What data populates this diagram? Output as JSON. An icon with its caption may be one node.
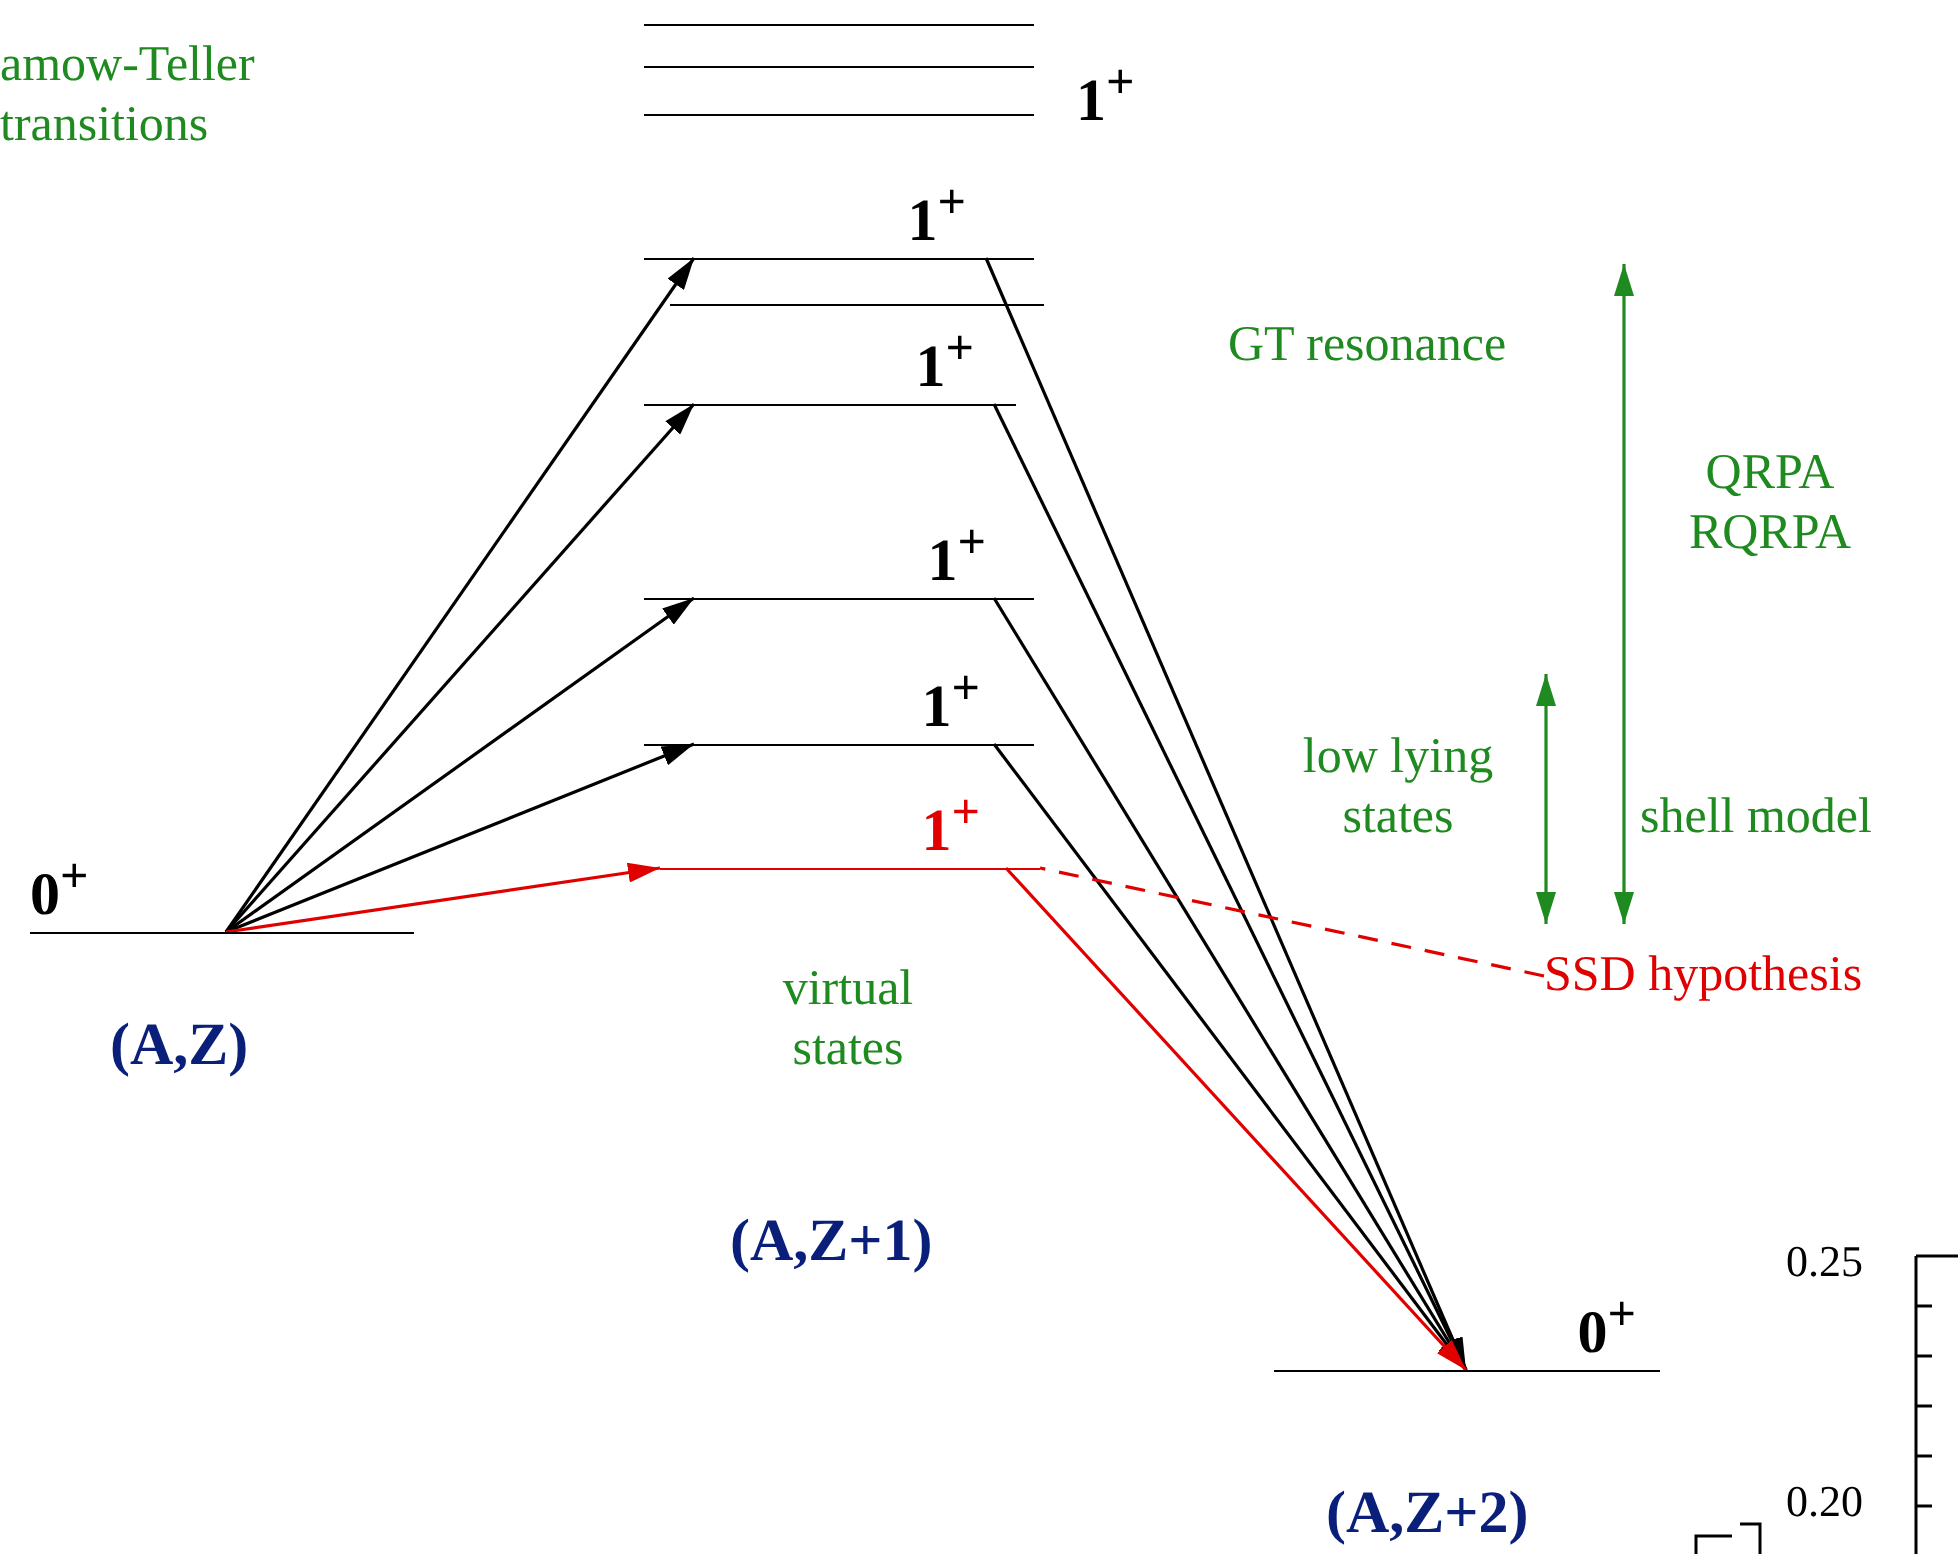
{
  "diagram": {
    "nodes": [
      {
        "text": [
          "0$^{+}$"
        ],
        "beside": [
          "(A,Z)"
        ]
      },
      {
        "text": [],
        "shape": "bar"
      },
      {
        "text": [],
        "shape": "bar"
      },
      {
        "text": [],
        "shape": "bar"
      },
      {
        "text": [
          "1$^{+}$"
        ]
      },
      {
        "text": [],
        "shape": "bar"
      },
      {
        "text": [
          "1$^{+}$"
        ]
      },
      {
        "text": [
          "1$^{+}$"
        ]
      },
      {
        "text": [
          "1$^{+}$"
        ]
      },
      {
        "text": [
          "1$^{+}$"
        ]
      },
      {
        "text": [
          "0$^{+}$"
        ],
        "beside": [
          "(A,Z+2)"
        ]
      },
      {
        "text": [
          "SSD hypothesis"
        ]
      }
    ],
    "edges": [
      {
        "from": 0,
        "to": 4,
        "arrow": "to"
      },
      {
        "from": 0,
        "to": 6,
        "arrow": "to"
      },
      {
        "from": 0,
        "to": 7,
        "arrow": "to"
      },
      {
        "from": 0,
        "to": 8,
        "arrow": "to"
      },
      {
        "from": 0,
        "to": 9,
        "arrow": "to",
        "color": "#e00000"
      },
      {
        "from": 4,
        "to": 10,
        "arrow": "to"
      },
      {
        "from": 6,
        "to": 10,
        "arrow": "to"
      },
      {
        "from": 7,
        "to": 10,
        "arrow": "to"
      },
      {
        "from": 8,
        "to": 10,
        "arrow": "to"
      },
      {
        "from": 9,
        "to": 10,
        "arrow": "to",
        "color": "#e00000"
      },
      {
        "from": 11,
        "to": 9,
        "arrow": "none",
        "style": "dashed",
        "color": "#e00000"
      }
    ],
    "labels": [
      "amow-Teller transitions",
      "1$^{+}$",
      "GT resonance",
      "QRPA RQRPA",
      "low lying states",
      "shell model",
      "virtual states",
      "(A,Z+1)",
      "0.25",
      "0.20"
    ]
  }
}
